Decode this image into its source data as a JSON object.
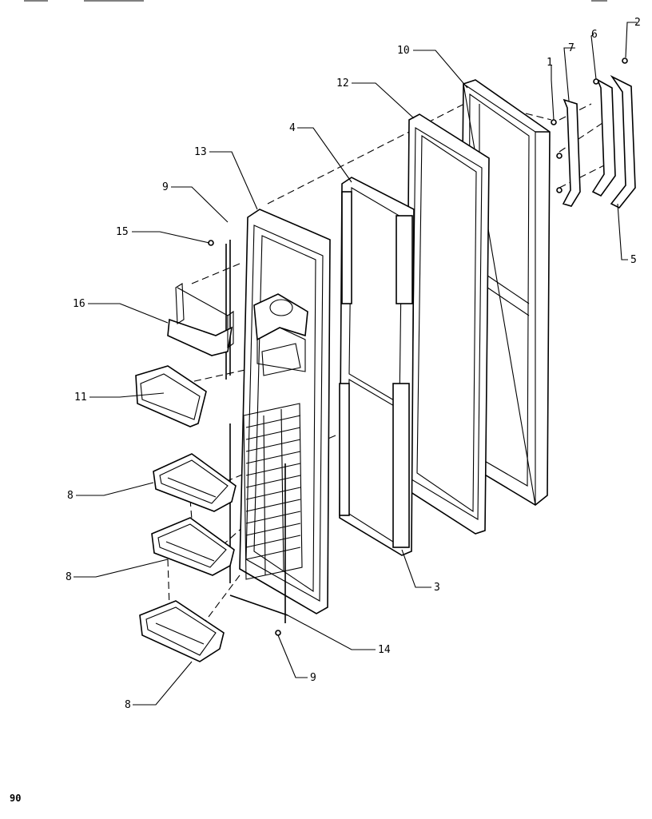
{
  "diagram": {
    "page_number": "90",
    "callouts": {
      "c1": "1",
      "c2": "2",
      "c3": "3",
      "c4": "4",
      "c5": "5",
      "c6": "6",
      "c7": "7",
      "c8a": "8",
      "c8b": "8",
      "c8c": "8",
      "c9a": "9",
      "c9b": "9",
      "c10": "10",
      "c11": "11",
      "c12": "12",
      "c13": "13",
      "c14": "14",
      "c15": "15",
      "c16": "16"
    }
  }
}
